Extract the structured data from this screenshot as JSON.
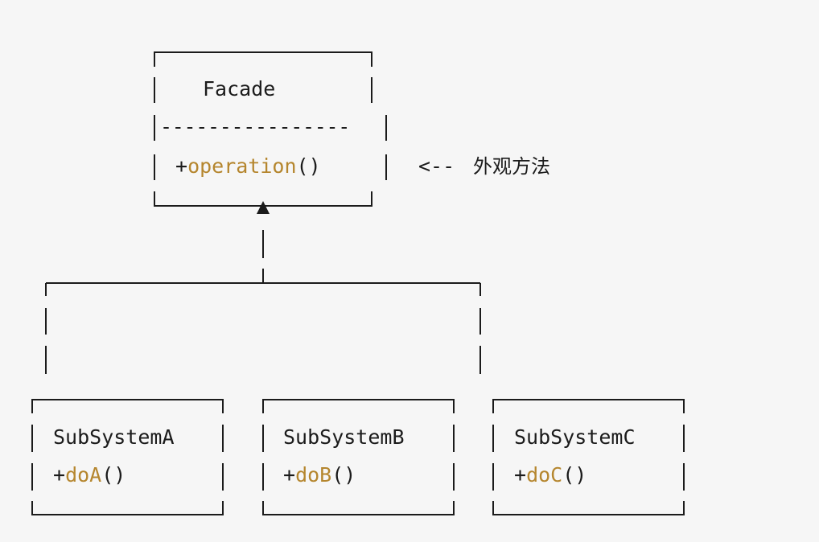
{
  "colors": {
    "background": "#f6f6f6",
    "text": "#1b1b1b",
    "method_highlight": "#b5862e"
  },
  "facade": {
    "name": "Facade",
    "separator": "----------------",
    "method_prefix": "+",
    "method_name": "operation",
    "method_suffix": "()"
  },
  "annotation": {
    "arrow": "<--",
    "text": "外观方法"
  },
  "subsystems": [
    {
      "name": "SubSystemA",
      "method_prefix": "+",
      "method_name": "doA",
      "method_suffix": "()"
    },
    {
      "name": "SubSystemB",
      "method_prefix": "+",
      "method_name": "doB",
      "method_suffix": "()"
    },
    {
      "name": "SubSystemC",
      "method_prefix": "+",
      "method_name": "doC",
      "method_suffix": "()"
    }
  ]
}
